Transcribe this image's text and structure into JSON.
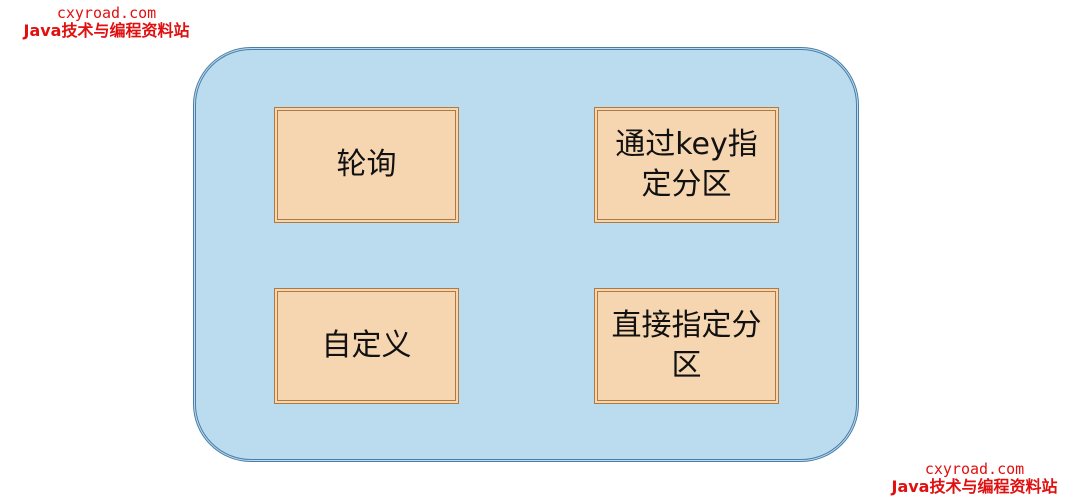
{
  "watermarks": {
    "url": "cxyroad.com",
    "site": "Java技术与编程资料站"
  },
  "nodes": [
    {
      "label": "轮询"
    },
    {
      "label": "通过key指定分区"
    },
    {
      "label": "自定义"
    },
    {
      "label": "直接指定分区"
    }
  ],
  "colors": {
    "container_fill": "#bbdcee",
    "container_border": "#4a7ea8",
    "node_fill": "#f6d6b0",
    "node_border": "#b07a3e",
    "watermark": "#e01010"
  }
}
